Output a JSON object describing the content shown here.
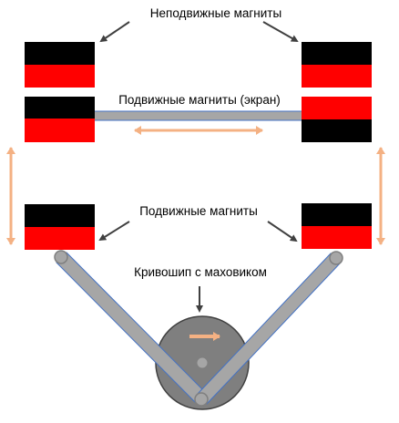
{
  "labels": {
    "fixed_magnets": "Неподвижные магниты",
    "moving_magnets_screen": "Подвижные магниты (экран)",
    "moving_magnets": "Подвижные магниты",
    "crank": "Кривошип с маховиком"
  },
  "colors": {
    "magnet_black": "#000000",
    "magnet_red": "#ff0000",
    "orange_arrow": "#f4b183",
    "rod": "#a6a6a6",
    "rod_edge": "#4472c4",
    "flywheel": "#7f7f7f",
    "pointer": "#404040"
  }
}
